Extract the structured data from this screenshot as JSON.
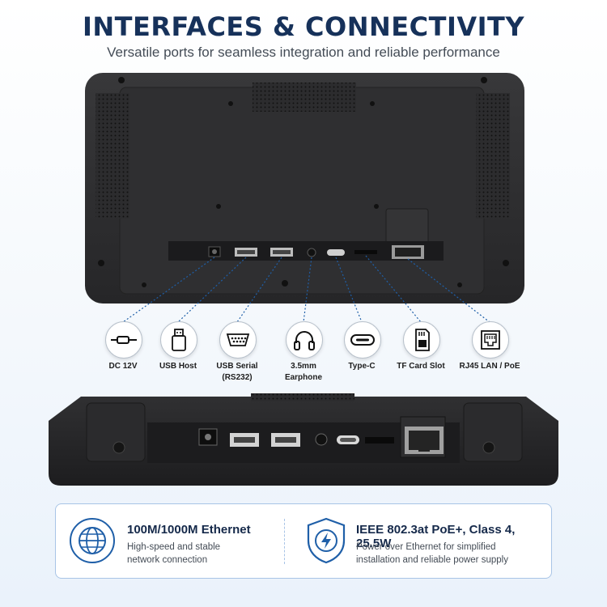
{
  "header": {
    "title": "INTERFACES & CONNECTIVITY",
    "subtitle": "Versatile ports for seamless integration and reliable performance"
  },
  "ports": [
    {
      "icon": "dc-plug-icon",
      "label": "DC 12V"
    },
    {
      "icon": "usb-icon",
      "label": "USB Host"
    },
    {
      "icon": "serial-port-icon",
      "label": "USB Serial\n(RS232)"
    },
    {
      "icon": "headphones-icon",
      "label": "3.5mm\nEarphone"
    },
    {
      "icon": "type-c-icon",
      "label": "Type-C"
    },
    {
      "icon": "sd-card-icon",
      "label": "TF Card Slot"
    },
    {
      "icon": "ethernet-port-icon",
      "label": "RJ45 LAN / PoE"
    }
  ],
  "features": [
    {
      "icon": "globe-icon",
      "title": "100M/1000M Ethernet",
      "desc_line1": "High-speed and stable",
      "desc_line2": "network connection"
    },
    {
      "icon": "shield-bolt-icon",
      "title": "IEEE 802.3at PoE+, Class 4, 25.5W",
      "desc_line1": "Power over Ethernet for simplified",
      "desc_line2": "installation and reliable power supply"
    }
  ],
  "colors": {
    "title": "#16315a",
    "accent": "#1f5fa8",
    "device": "#2a2a2c"
  }
}
